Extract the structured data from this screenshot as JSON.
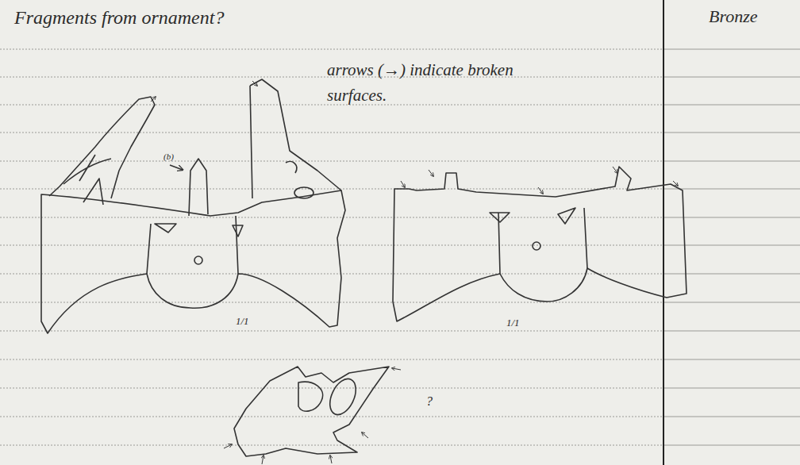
{
  "diagram": {
    "title": "Fragments from ornament?",
    "labels": [
      "arrows (→) indicate broken surfaces.",
      "Bronze",
      "(b)",
      "1/1",
      "1/1",
      "?"
    ]
  }
}
